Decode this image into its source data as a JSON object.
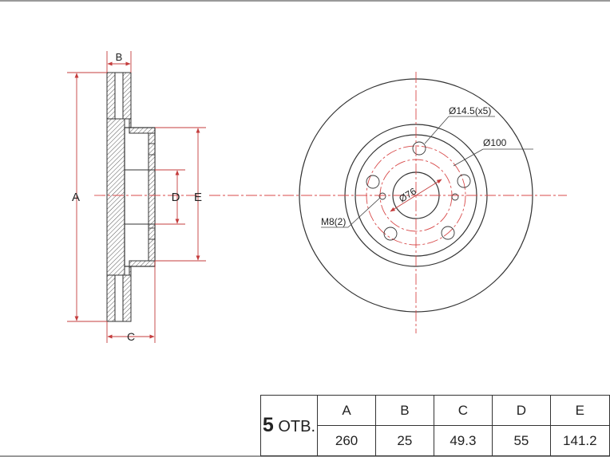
{
  "side_view_labels": {
    "a": "A",
    "b": "B",
    "c": "C",
    "d": "D",
    "e": "E"
  },
  "front_view_labels": {
    "bolt_holes": "Ø14.5(x5)",
    "pcd": "Ø100",
    "center_bore": "Ø76",
    "threaded_holes": "M8(2)"
  },
  "table": {
    "holes_number": "5",
    "holes_unit": "ОТВ.",
    "headers": [
      "A",
      "B",
      "C",
      "D",
      "E"
    ],
    "values": [
      "260",
      "25",
      "49.3",
      "55",
      "141.2"
    ]
  },
  "colors": {
    "dimension": "#c43c3c",
    "outline": "#333333"
  }
}
